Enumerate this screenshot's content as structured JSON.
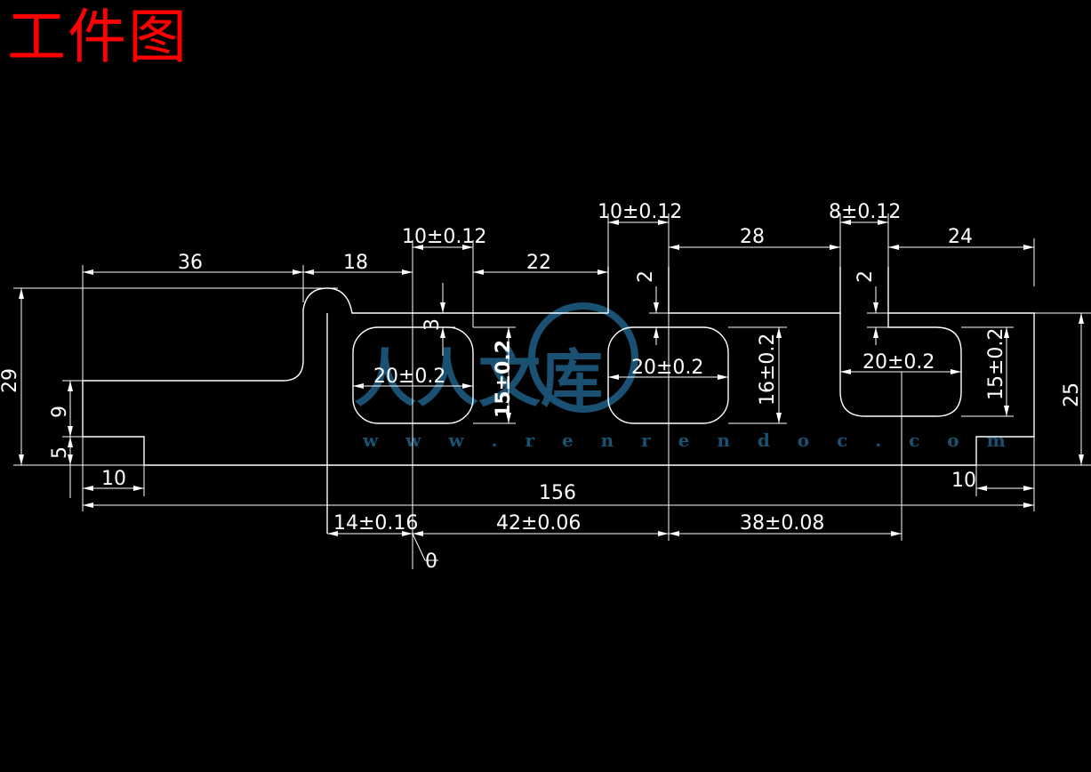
{
  "title": "工件图",
  "dimensions": {
    "d36": "36",
    "d18": "18",
    "d10_012_a": "10±0.12",
    "d22": "22",
    "d10_012_b": "10±0.12",
    "d28": "28",
    "d8_012": "8±0.12",
    "d24": "24",
    "d3": "3",
    "d2_a": "2",
    "d2_b": "2",
    "d29": "29",
    "d9": "9",
    "d5": "5",
    "d10_left": "10",
    "d10_right": "10",
    "d25": "25",
    "d20_02_a": "20±0.2",
    "d20_02_b": "20±0.2",
    "d20_02_c": "20±0.2",
    "d15_02_a": "15±0.2",
    "d16_02": "16±0.2",
    "d15_02_b": "15±0.2",
    "d156": "156",
    "d14_016": "14±0.16",
    "d42_006": "42±0.06",
    "d38_008": "38±0.08",
    "zero": "0"
  },
  "watermark": {
    "chars": "人人文库",
    "url": "w w w . r e n r e n d o c . c o m"
  },
  "colors": {
    "background": "#000000",
    "lines": "#ffffff",
    "title": "#ff0000",
    "watermark": "#1f5f86"
  }
}
